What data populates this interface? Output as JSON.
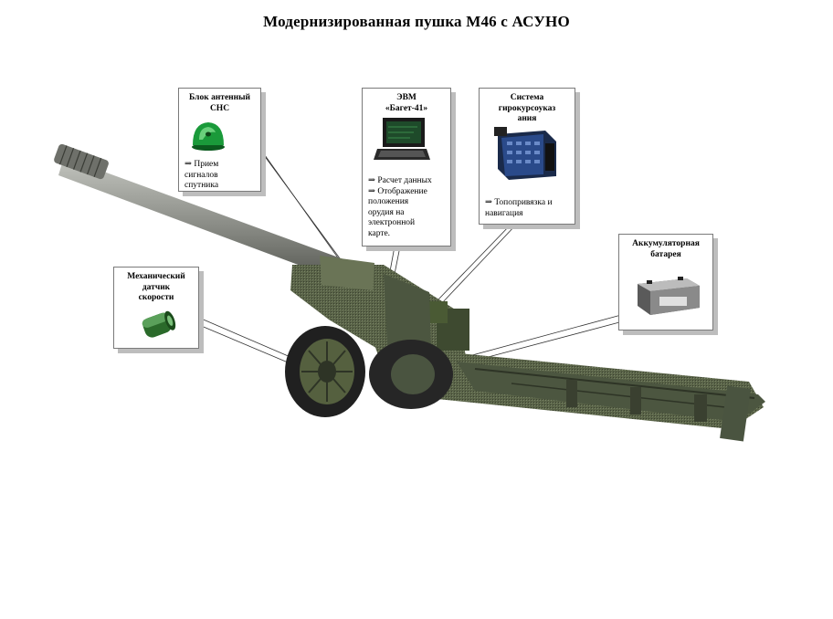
{
  "title": "Модернизированная пушка М46 с АСУНО",
  "callouts": {
    "antenna": {
      "head_lines": [
        "Блок антенный",
        "СНС"
      ],
      "bullets": [
        "⇒ Прием",
        "сигналов",
        "спутника"
      ],
      "icon": "antenna-dome-icon"
    },
    "computer": {
      "head_lines": [
        "ЭВМ",
        "«Багет-41»"
      ],
      "bullets": [
        "⇒ Расчет данных",
        "⇒ Отображение",
        "положения",
        "орудия на",
        "электронной",
        "карте."
      ],
      "icon": "laptop-icon"
    },
    "gyro": {
      "head_lines": [
        "Система",
        "гирокурсоуказ",
        "ания"
      ],
      "bullets": [
        "⇒ Топопривязка и",
        "навигация"
      ],
      "icon": "gyro-unit-icon"
    },
    "battery": {
      "head_lines": [
        "Аккумуляторная",
        "батарея"
      ],
      "bullets": [],
      "icon": "battery-icon"
    },
    "speed": {
      "head_lines": [
        "Механический",
        "датчик",
        "скорости"
      ],
      "bullets": [],
      "icon": "speed-sensor-icon"
    }
  },
  "colors": {
    "gun_body": "#5a6448",
    "gun_dark": "#3a4030",
    "barrel": "#8a8c86",
    "wheel": "#2a2a2a",
    "antenna_green": "#1a9a3a",
    "gyro_blue": "#2a4a8a",
    "battery_gray": "#8a8a8a"
  }
}
